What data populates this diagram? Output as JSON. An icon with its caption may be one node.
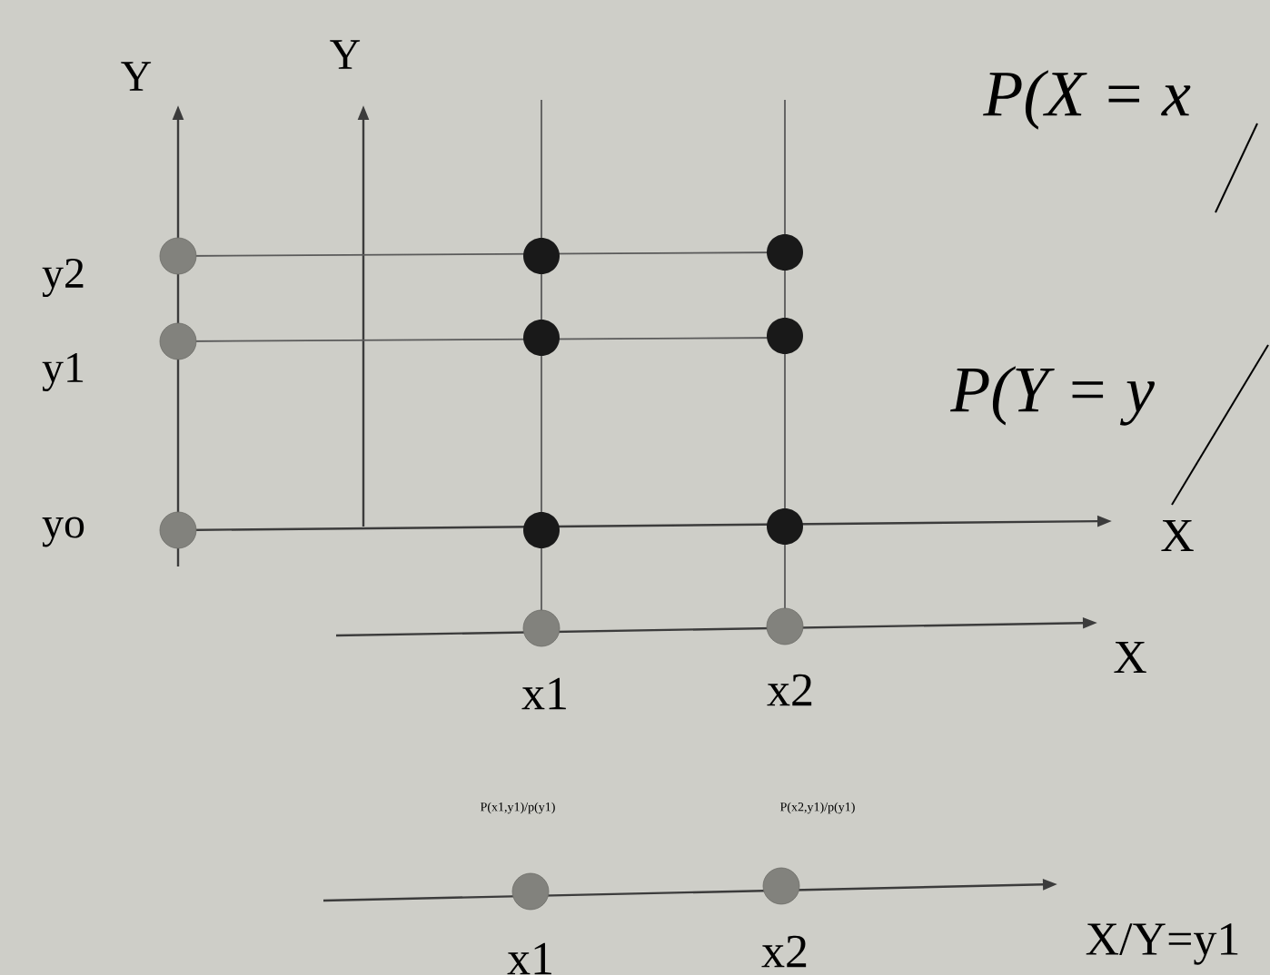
{
  "diagram": {
    "labels": [
      "Y",
      "Y",
      "P(X = x",
      "y2",
      "y1",
      "P(Y = y",
      "yo",
      "X",
      "X",
      "x1",
      "x2",
      "P(x1,y1)/p(y1)",
      "P(x2,y1)/p(y1)",
      "x1",
      "x2",
      "X/Y=y1"
    ]
  }
}
